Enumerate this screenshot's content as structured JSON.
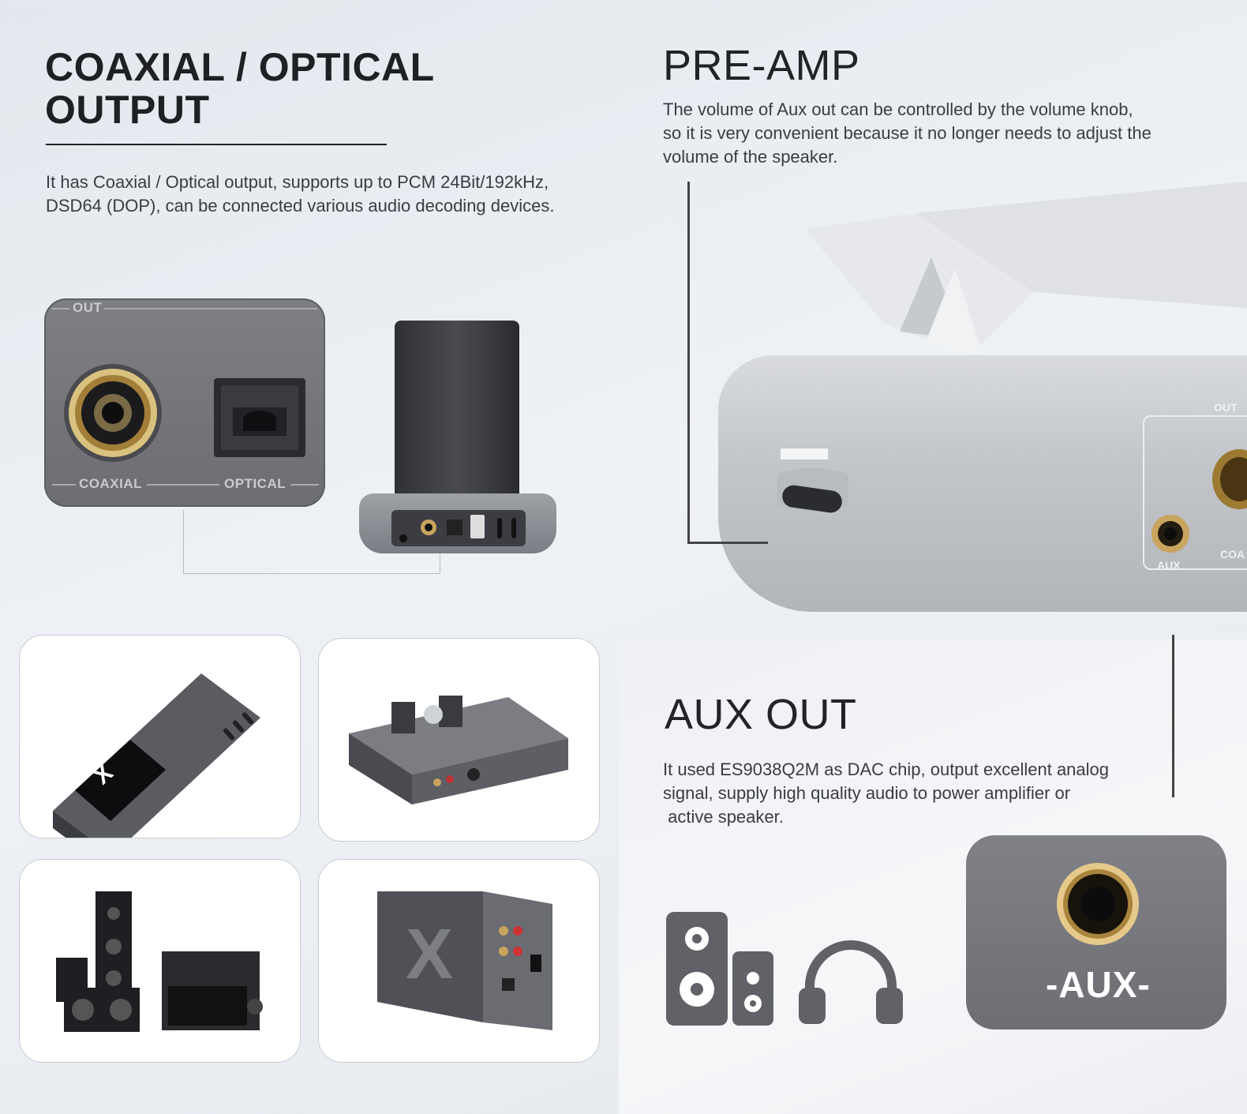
{
  "coaxial": {
    "title_line1": "COAXIAL / OPTICAL",
    "title_line2": "OUTPUT",
    "text_line1": "It has Coaxial / Optical output, supports up to PCM 24Bit/192kHz,",
    "text_line2": "DSD64 (DOP), can be connected various audio decoding devices.",
    "panel": {
      "out": "OUT",
      "coaxial": "COAXIAL",
      "optical": "OPTICAL"
    }
  },
  "preamp": {
    "title": "PRE-AMP",
    "text_line1": "The volume of Aux out can be controlled by the volume knob,",
    "text_line2": "so it is very convenient because it no longer needs to adjust the",
    "text_line3": "volume of the speaker.",
    "device_labels": {
      "out": "OUT",
      "aux": "AUX",
      "coax": "COA"
    }
  },
  "auxout": {
    "title": "AUX OUT",
    "text_line1": "It used ES9038Q2M as DAC chip, output excellent analog",
    "text_line2": "signal, supply high quality audio to power amplifier or",
    "text_line3": " active speaker.",
    "panel_label": "-AUX-"
  },
  "icons": [
    "speaker-icon",
    "headphones-icon"
  ],
  "colors": {
    "panel": "#6f7177",
    "gold": "#c9a45e",
    "text": "#2a2a2e"
  }
}
